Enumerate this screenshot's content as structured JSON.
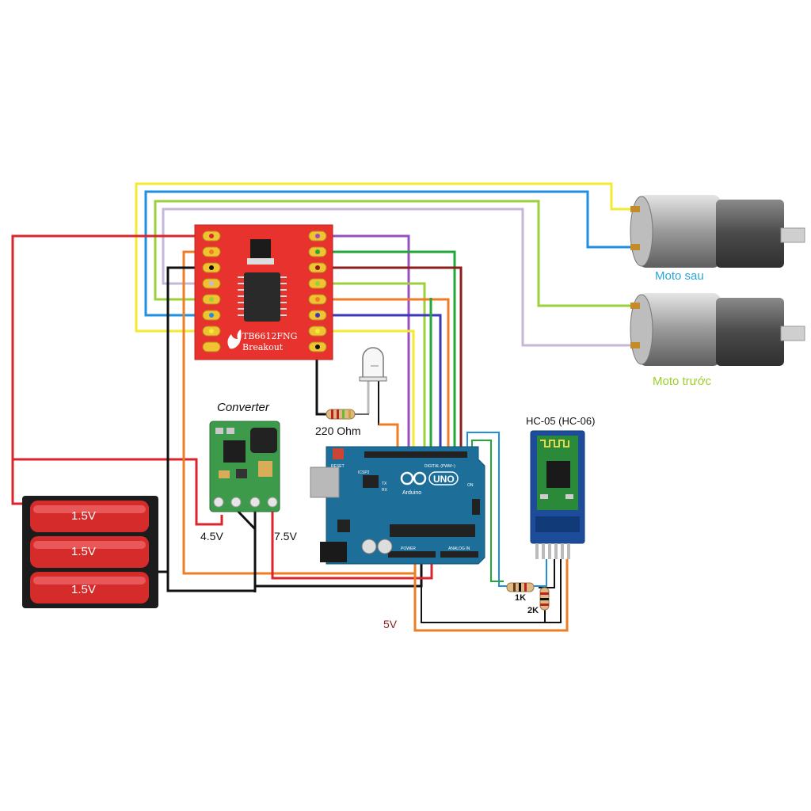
{
  "driver": {
    "line1": "TB6612FNG",
    "line2": "Breakout"
  },
  "converter": {
    "title": "Converter",
    "in_label": "4.5V",
    "out_label": "7.5V"
  },
  "resistor_led": {
    "label": "220 Ohm"
  },
  "battery": {
    "cells": [
      "1.5V",
      "1.5V",
      "1.5V"
    ]
  },
  "arduino": {
    "logo": "UNO",
    "brand": "Arduino",
    "reset": "RESET",
    "icsp": "ICSP2",
    "digital": "DIGITAL (PWM~)",
    "power": "POWER",
    "analog": "ANALOG IN",
    "tx": "TX",
    "rx": "RX",
    "on": "ON"
  },
  "bluetooth": {
    "title": "HC-05  (HC-06)"
  },
  "divider": {
    "r1": "1K",
    "r2": "2K"
  },
  "motors": {
    "rear": "Moto sau",
    "front": "Moto trước"
  },
  "power_label": "5V",
  "colors": {
    "red": "#d8262c",
    "yellow": "#f3ea32",
    "blue": "#1f8fe0",
    "green": "#22a838",
    "lime": "#9bcf3c",
    "lavender": "#c5b7d8",
    "purple": "#9a4fc0",
    "orange": "#ee7d24",
    "darkred": "#8b1d1d",
    "indigo": "#3a3ab8",
    "black": "#111111",
    "rear_label": "#2aa6d8",
    "front_label": "#9ccf2a",
    "fivev_label": "#8b1d1d"
  }
}
